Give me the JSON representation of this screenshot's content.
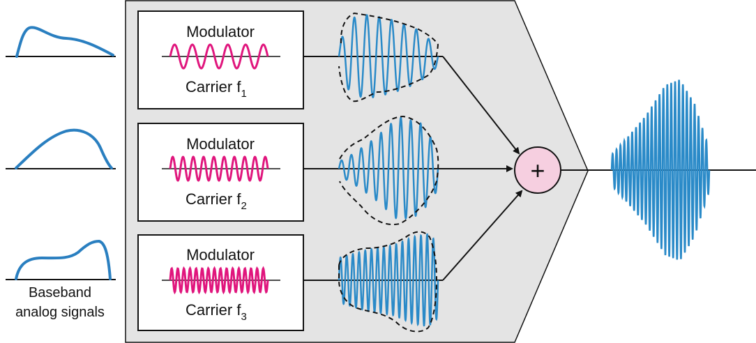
{
  "baseband": {
    "caption_line1": "Baseband",
    "caption_line2": "analog signals"
  },
  "modulators": [
    {
      "title": "Modulator",
      "carrier_text": "Carrier f",
      "carrier_sub": "1"
    },
    {
      "title": "Modulator",
      "carrier_text": "Carrier f",
      "carrier_sub": "2"
    },
    {
      "title": "Modulator",
      "carrier_text": "Carrier f",
      "carrier_sub": "3"
    }
  ],
  "adder": {
    "symbol": "+"
  },
  "colors": {
    "baseband": "#2a7fc0",
    "carrier": "#e0167d",
    "modulated": "#2a8ac8",
    "panel": "#e4e4e4",
    "adder_fill": "#f6cfe0",
    "line": "#111111"
  }
}
